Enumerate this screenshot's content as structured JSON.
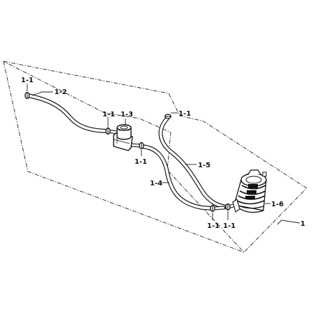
{
  "diagram": {
    "callouts": [
      {
        "id": "c-1-1-top-left",
        "text": "1-1"
      },
      {
        "id": "c-1-2",
        "text": "1-2"
      },
      {
        "id": "c-1-1-upper-mid",
        "text": "1-1"
      },
      {
        "id": "c-1-3",
        "text": "1-3"
      },
      {
        "id": "c-1-1-right-top",
        "text": "1-1"
      },
      {
        "id": "c-1-1-below-filter",
        "text": "1-1"
      },
      {
        "id": "c-1-5",
        "text": "1-5"
      },
      {
        "id": "c-1-4",
        "text": "1-4"
      },
      {
        "id": "c-1-6",
        "text": "1-6"
      },
      {
        "id": "c-1-1-bottom-a",
        "text": "1-1"
      },
      {
        "id": "c-1-1-bottom-b",
        "text": "1-1"
      },
      {
        "id": "c-1",
        "text": "1"
      }
    ]
  }
}
